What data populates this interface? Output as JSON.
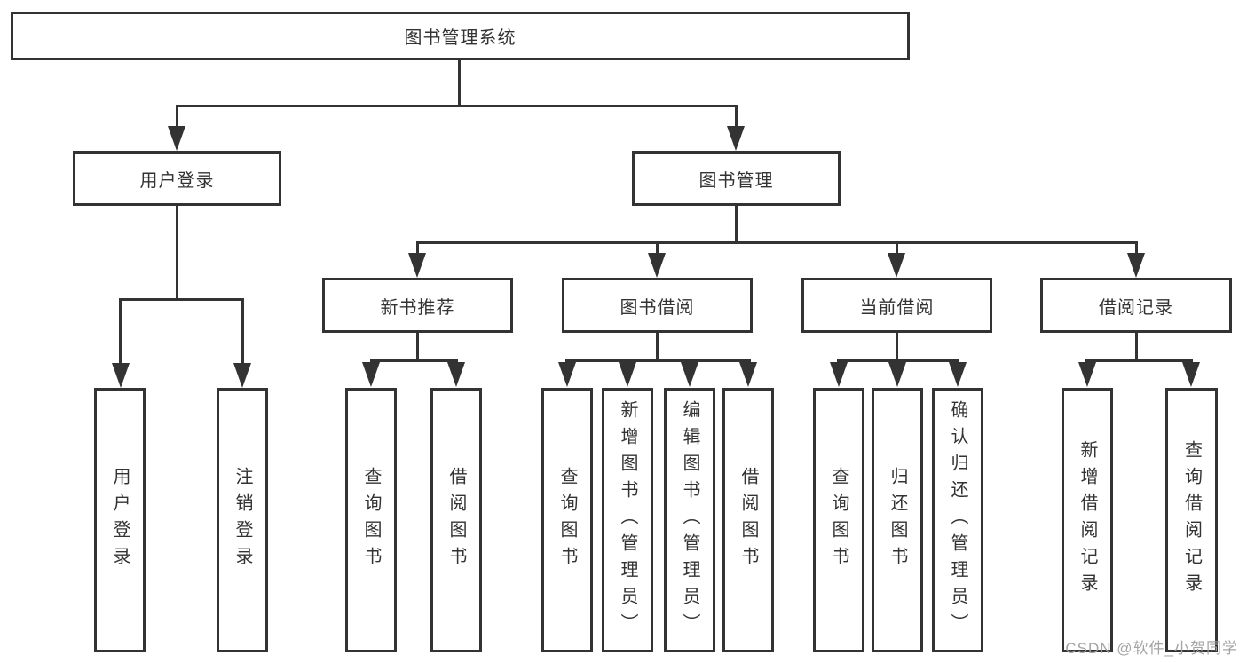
{
  "diagram": {
    "root": {
      "label": "图书管理系统"
    },
    "level2": [
      {
        "label": "用户登录"
      },
      {
        "label": "图书管理"
      }
    ],
    "user_login_children": [
      "用户登录",
      "注销登录"
    ],
    "sections": [
      {
        "label": "新书推荐",
        "children": [
          "查询图书",
          "借阅图书"
        ]
      },
      {
        "label": "图书借阅",
        "children": [
          "查询图书",
          "新增图书（管理员）",
          "编辑图书（管理员）",
          "借阅图书"
        ]
      },
      {
        "label": "当前借阅",
        "children": [
          "查询图书",
          "归还图书",
          "确认归还（管理员）"
        ]
      },
      {
        "label": "借阅记录",
        "children": [
          "新增借阅记录",
          "查询借阅记录"
        ]
      }
    ]
  },
  "watermark": {
    "text": "CSDN @软件_小贺同学"
  },
  "colors": {
    "line": "#333333",
    "text": "#333333",
    "background": "#ffffff",
    "watermark": "#a0a0a0"
  }
}
